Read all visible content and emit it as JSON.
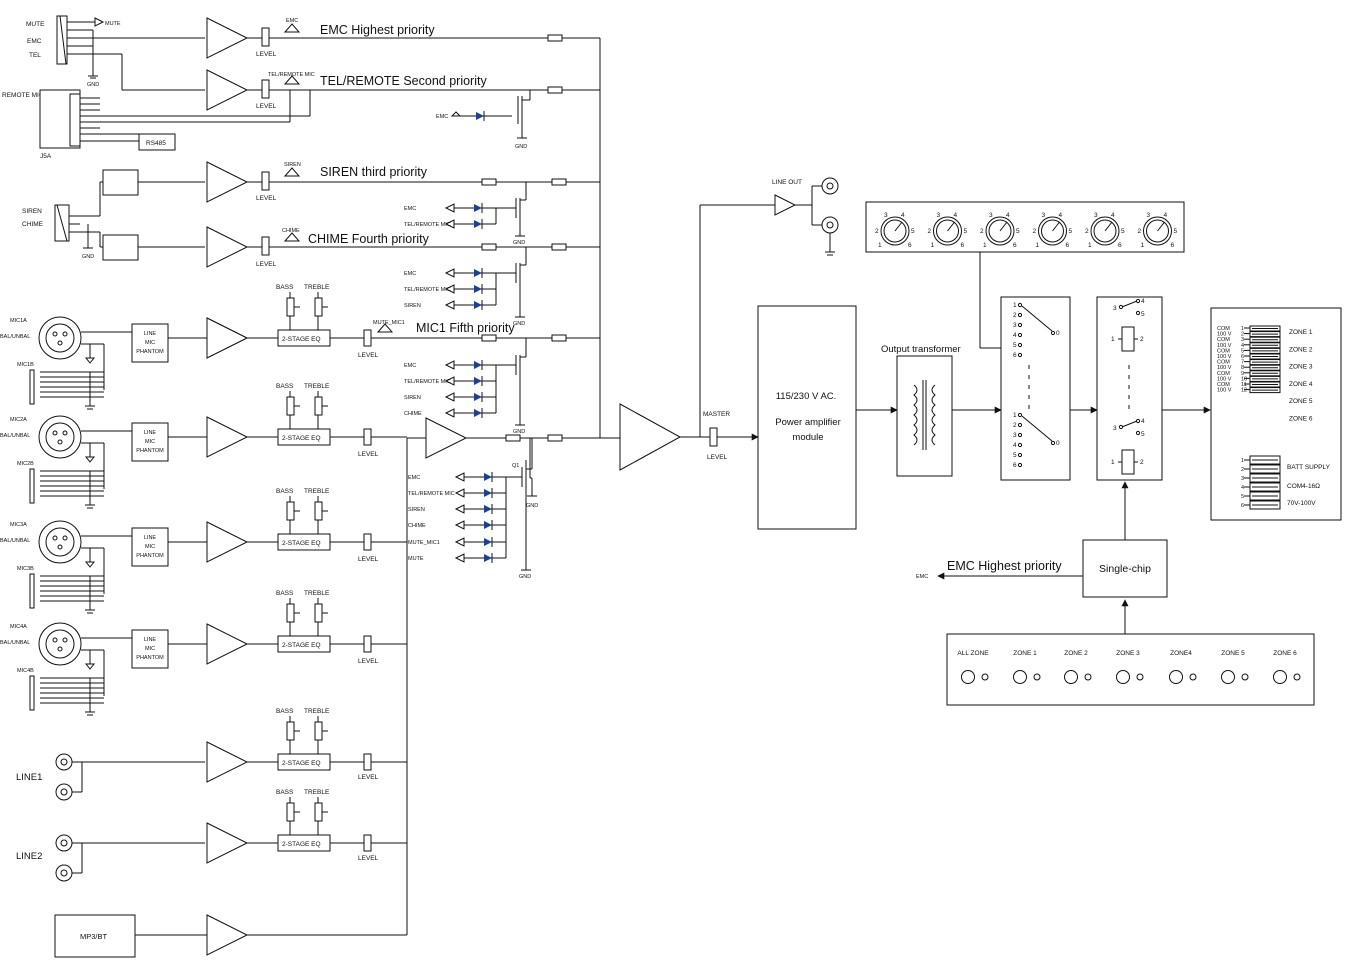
{
  "inputs": {
    "mute": "MUTE",
    "emc": "EMC",
    "tel": "TEL",
    "mute_tag": "MUTE",
    "gnd": "GND",
    "remote_mic": "REMOTE MIC",
    "j5a": "J5A",
    "rs485": "RS485",
    "siren": "SIREN",
    "chime": "CHIME",
    "mic1a": "MIC1A",
    "mic1b": "MIC1B",
    "mic2a": "MIC2A",
    "mic2b": "MIC2B",
    "mic3a": "MIC3A",
    "mic3b": "MIC3B",
    "mic4a": "MIC4A",
    "mic4b": "MIC4B",
    "bal_unbal": "BAL/UNBAL",
    "line1": "LINE1",
    "line2": "LINE2",
    "mp3bt": "MP3/BT",
    "phantom": [
      "LINE",
      "MIC",
      "PHANTOM"
    ]
  },
  "priorities": {
    "emc": "EMC Highest priority",
    "tel": "TEL/REMOTE Second priority",
    "siren": "SIREN third priority",
    "chime": "CHIME Fourth priority",
    "mic1": "MIC1 Fifth priority"
  },
  "tags": {
    "emc": "EMC",
    "tel_remote": "TEL/REMOTE MIC",
    "siren": "SIREN",
    "chime": "CHIME",
    "mute_mic1": "MUTE_MIC1",
    "mute": "MUTE",
    "q1": "Q1"
  },
  "controls": {
    "level": "LEVEL",
    "bass": "BASS",
    "treble": "TREBLE",
    "eq": "2-STAGE EQ",
    "master": "MASTER",
    "line_out": "LINE OUT"
  },
  "amp": {
    "voltage": "115/230 V AC.",
    "label1": "Power amplifier",
    "label2": "module",
    "output_transformer": "Output transformer"
  },
  "zones_out": [
    "ZONE 1",
    "ZONE 2",
    "ZONE 3",
    "ZONE 4",
    "ZONE 5",
    "ZONE 6"
  ],
  "terminal_rows": [
    {
      "n": "1",
      "l": "COM"
    },
    {
      "n": "2",
      "l": "100 V"
    },
    {
      "n": "3",
      "l": "COM"
    },
    {
      "n": "4",
      "l": "100 V"
    },
    {
      "n": "5",
      "l": "COM"
    },
    {
      "n": "6",
      "l": "100 V"
    },
    {
      "n": "7",
      "l": "COM"
    },
    {
      "n": "8",
      "l": "100 V"
    },
    {
      "n": "9",
      "l": "COM"
    },
    {
      "n": "10",
      "l": "100 V"
    },
    {
      "n": "11",
      "l": "COM"
    },
    {
      "n": "12",
      "l": "100 V"
    }
  ],
  "supply": {
    "batt": "BATT SUPPLY",
    "com": "COM4-16Ω",
    "v": "70V-100V"
  },
  "single_chip": "Single-chip",
  "emc_bottom": "EMC Highest priority",
  "panel_buttons": [
    "ALL ZONE",
    "ZONE 1",
    "ZONE 2",
    "ZONE 3",
    "ZONE4",
    "ZONE 5",
    "ZONE 6"
  ]
}
